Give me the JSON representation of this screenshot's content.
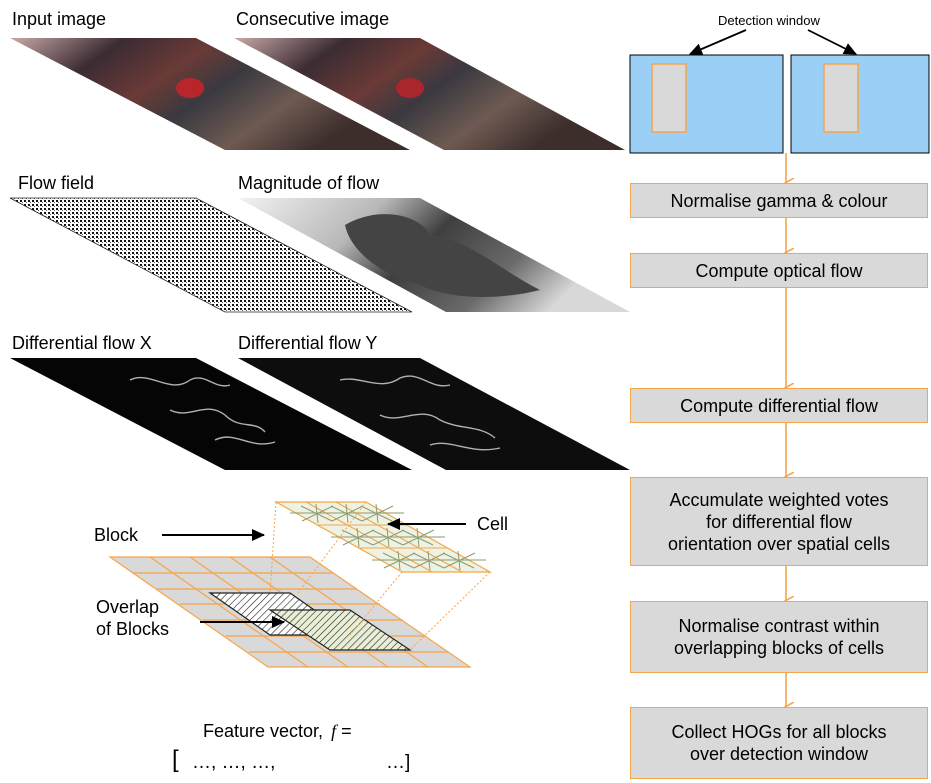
{
  "panels": {
    "input_image": "Input image",
    "consecutive_image": "Consecutive image",
    "flow_field": "Flow field",
    "magnitude_of_flow": "Magnitude of flow",
    "differential_flow_x": "Differential flow X",
    "differential_flow_y": "Differential flow Y"
  },
  "grid_labels": {
    "block": "Block",
    "cell": "Cell",
    "overlap_line1": "Overlap",
    "overlap_line2": "of Blocks"
  },
  "feature_vector": {
    "label": "Feature vector,",
    "symbol": "f",
    "equals": "=",
    "open_bracket": "[",
    "items": "…, …, …,",
    "last": "…]"
  },
  "detection_window_label": "Detection window",
  "pipeline": [
    "Normalise gamma & colour",
    "Compute optical flow",
    "Compute differential flow",
    "Accumulate weighted votes\nfor differential flow\norientation over spatial cells",
    "Normalise contrast within\noverlapping blocks of cells",
    "Collect HOGs for all blocks\nover detection window"
  ],
  "colors": {
    "accent_orange": "#f5a54a",
    "window_blue": "#9ccff5",
    "box_gray": "#d9d9d9",
    "cell_green": "#8c9a6e"
  }
}
